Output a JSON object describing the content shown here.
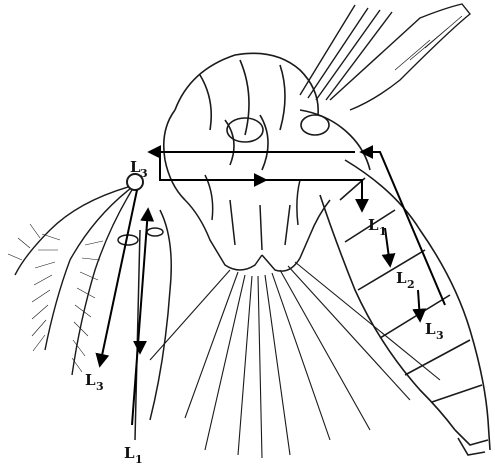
{
  "labels": [
    {
      "main": "L",
      "sub": "3"
    },
    {
      "main": "L",
      "sub": "1"
    },
    {
      "main": "L",
      "sub": "2"
    },
    {
      "main": "L",
      "sub": "3"
    },
    {
      "main": "L",
      "sub": "3"
    },
    {
      "main": "L",
      "sub": "1"
    }
  ],
  "colors": {
    "ink": "#1a1a1a",
    "arrow": "#000000",
    "background": "#ffffff"
  },
  "icons": [
    "head-capsule",
    "antenna",
    "thorax",
    "abdomen",
    "leg",
    "wing-base"
  ]
}
